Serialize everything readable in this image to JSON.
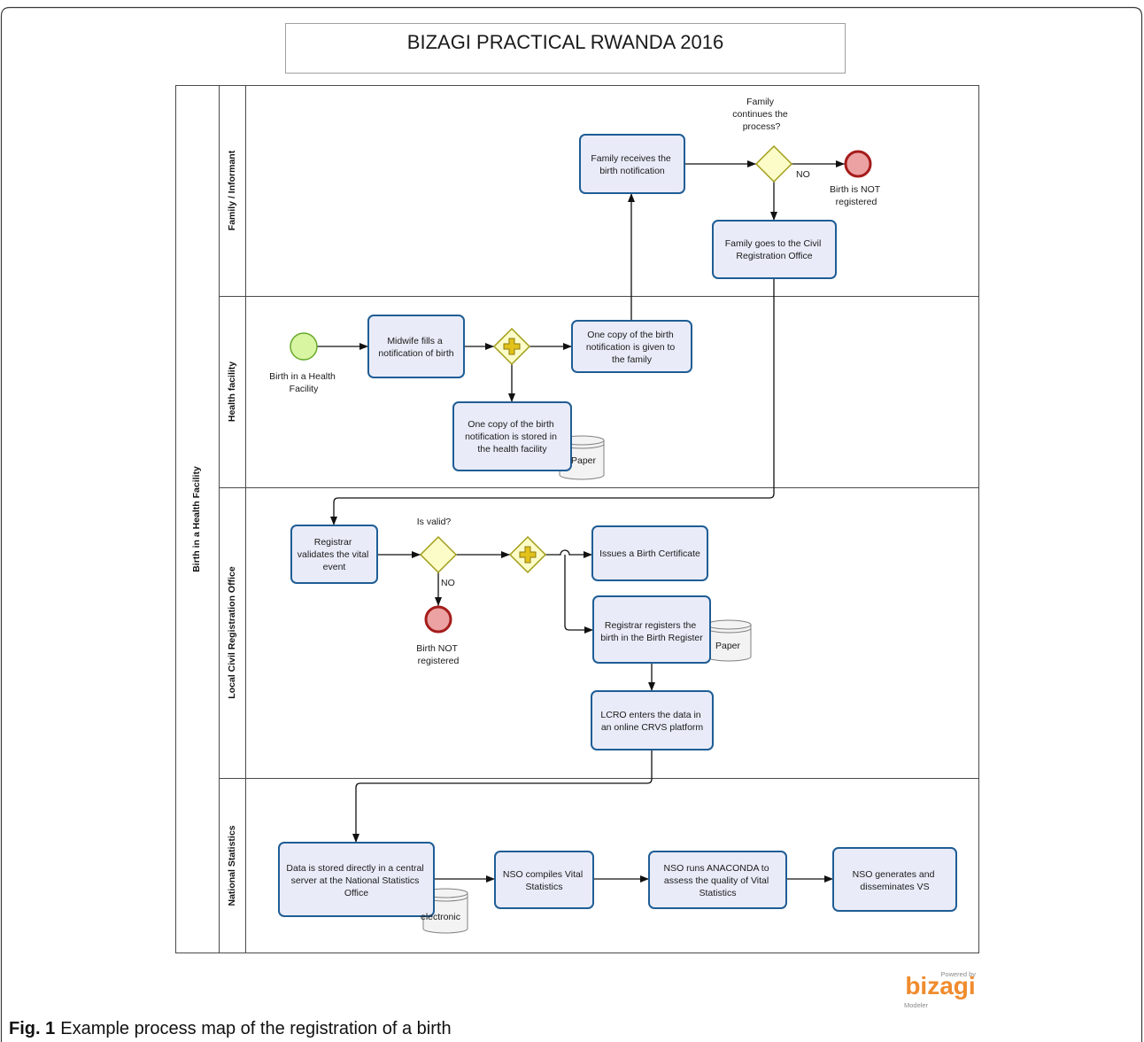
{
  "figure": {
    "title": "BIZAGI PRACTICAL RWANDA 2016",
    "caption_label": "Fig. 1",
    "caption_text": "Example process map of the registration of a birth"
  },
  "pool": {
    "label": "Birth in a Health Facility"
  },
  "lanes": {
    "family": "Family / Informant",
    "health_facility": "Health facility",
    "lcro": "Local Civil Registration Office",
    "national_statistics": "National Statistics"
  },
  "tasks": {
    "family_receives": [
      "Family receives the",
      "birth notification"
    ],
    "family_goes": [
      "Family goes to the Civil",
      "Registration Office"
    ],
    "midwife_fills": [
      "Midwife fills a",
      "notification of birth"
    ],
    "copy_given": [
      "One copy of the birth",
      "notification is given to",
      "the family"
    ],
    "copy_stored": [
      "One copy of the birth",
      "notification is stored in",
      "the health facility"
    ],
    "registrar_validates": [
      "Registrar",
      "validates the vital",
      "event"
    ],
    "issues_certificate": [
      "Issues a Birth Certificate"
    ],
    "registrar_registers": [
      "Registrar registers the",
      "birth in the Birth Register"
    ],
    "lcro_enters": [
      "LCRO enters the data in",
      "an online CRVS platform"
    ],
    "data_stored": [
      "Data is stored directly in a central",
      "server at the National Statistics",
      "Office"
    ],
    "nso_compiles": [
      "NSO compiles Vital",
      "Statistics"
    ],
    "nso_runs": [
      "NSO runs ANACONDA to",
      "assess the quality of Vital",
      "Statistics"
    ],
    "nso_generates": [
      "NSO generates and",
      "disseminates VS"
    ]
  },
  "events": {
    "start_birth": [
      "Birth in a Health",
      "Facility"
    ],
    "end_family": [
      "Birth is NOT",
      "registered"
    ],
    "end_lcro": [
      "Birth NOT",
      "registered"
    ]
  },
  "gateways": {
    "family_continues": [
      "Family",
      "continues the",
      "process?"
    ],
    "family_continues_no": "NO",
    "is_valid": "Is valid?",
    "is_valid_no": "NO"
  },
  "data_stores": {
    "health_paper": "Paper",
    "lcro_paper": "Paper",
    "nso_electronic": "electronic"
  },
  "branding": {
    "powered_by": "Powered by",
    "logo": "bizagi",
    "product": "Modeler"
  },
  "colors": {
    "task_fill": "#e9ecf8",
    "task_stroke": "#1f5d95",
    "start_fill": "#d8f5a2",
    "start_stroke": "#67a92a",
    "end_fill": "#eca2a2",
    "end_stroke": "#a51c1c",
    "gateway_fill": "#fcfcc8",
    "gateway_stroke": "#a19d18",
    "gateway_plus": "#e2c11b",
    "datastore_fill": "#f3f3f3",
    "datastore_stroke": "#808080",
    "connector": "#111111",
    "lane_border": "#4a4a4a",
    "brand": "#f08b2d"
  }
}
